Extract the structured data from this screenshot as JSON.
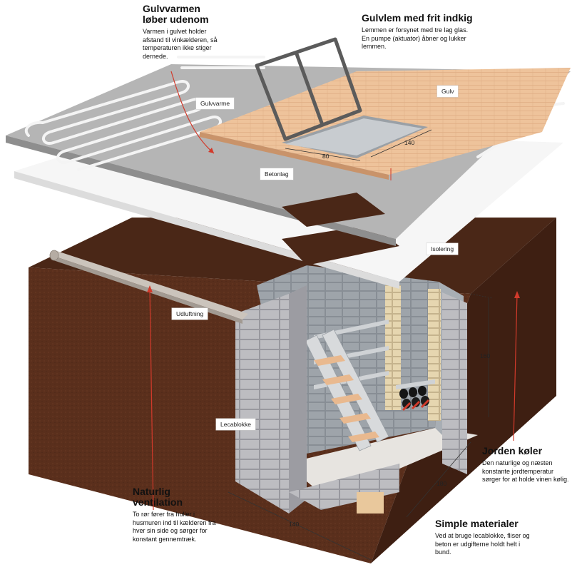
{
  "annotations": {
    "gulvvarmen": {
      "title_line1": "Gulvvarmen",
      "title_line2": "løber udenom",
      "text": "Varmen i gulvet holder afstand til vinkælderen, så temperaturen ikke stiger dernede."
    },
    "gulvlem": {
      "title": "Gulvlem med frit indkig",
      "text": "Lemmen er forsynet med tre lag glas. En pumpe (aktuator) åbner og lukker lemmen."
    },
    "jorden": {
      "title": "Jorden køler",
      "text": "Den naturlige og næsten konstante jordtemperatur sørger for at holde vinen kølig."
    },
    "ventilation": {
      "title_line1": "Naturlig",
      "title_line2": "ventilation",
      "text": "To rør fører fra huller i husmuren ind til kælderen fra hver sin side og sørger for konstant gennemtræk."
    },
    "materialer": {
      "title": "Simple materialer",
      "text": "Ved at bruge lecablokke, fliser og beton er udgifterne holdt helt i bund."
    }
  },
  "labels": {
    "gulvvarme": "Gulvvarme",
    "gulv": "Gulv",
    "betonlag": "Betonlag",
    "isolering": "Isolering",
    "udluftning": "Udluftning",
    "lecablokke": "Lecablokke"
  },
  "dimensions": {
    "lem_width": "80",
    "lem_length": "140",
    "cellar_height": "160",
    "cellar_depth": "180",
    "cellar_width": "140"
  },
  "colors": {
    "soil": "#5a2f1c",
    "soil_dark": "#3e1f12",
    "insulation": "#f4f4f4",
    "concrete": "#a9a9a9",
    "wood": "#e9b98f",
    "blocks": "#b9b9bd",
    "accent_line": "#d23a2b"
  }
}
